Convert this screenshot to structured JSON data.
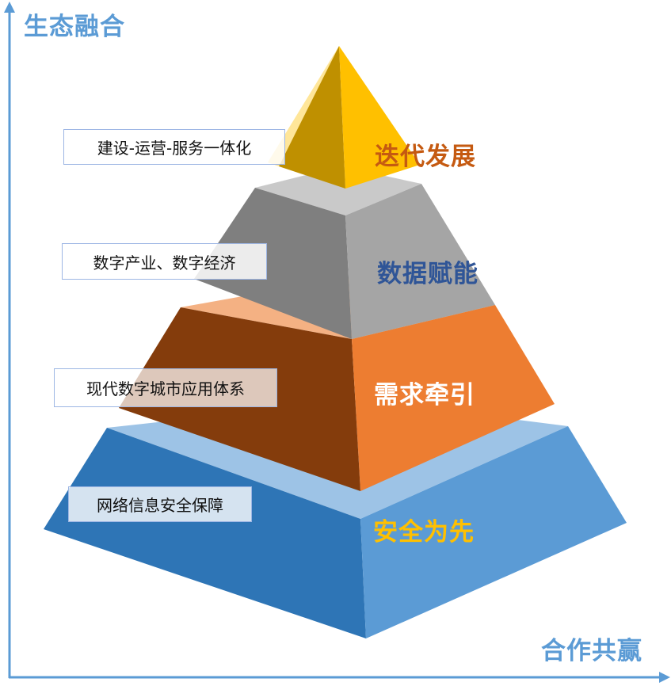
{
  "axes": {
    "y_title": "生态融合",
    "x_title": "合作共赢"
  },
  "tiers": [
    {
      "label": "迭代发展",
      "description": "建设-运营-服务一体化",
      "label_color": "#c55a11"
    },
    {
      "label": "数据赋能",
      "description": "数字产业、数字经济",
      "label_color": "#2f5597"
    },
    {
      "label": "需求牵引",
      "description": "现代数字城市应用体系",
      "label_color": "#ffffff"
    },
    {
      "label": "安全为先",
      "description": "网络信息安全保障",
      "label_color": "#ffc000"
    }
  ],
  "colors": {
    "axis": "#5b9bd5"
  }
}
